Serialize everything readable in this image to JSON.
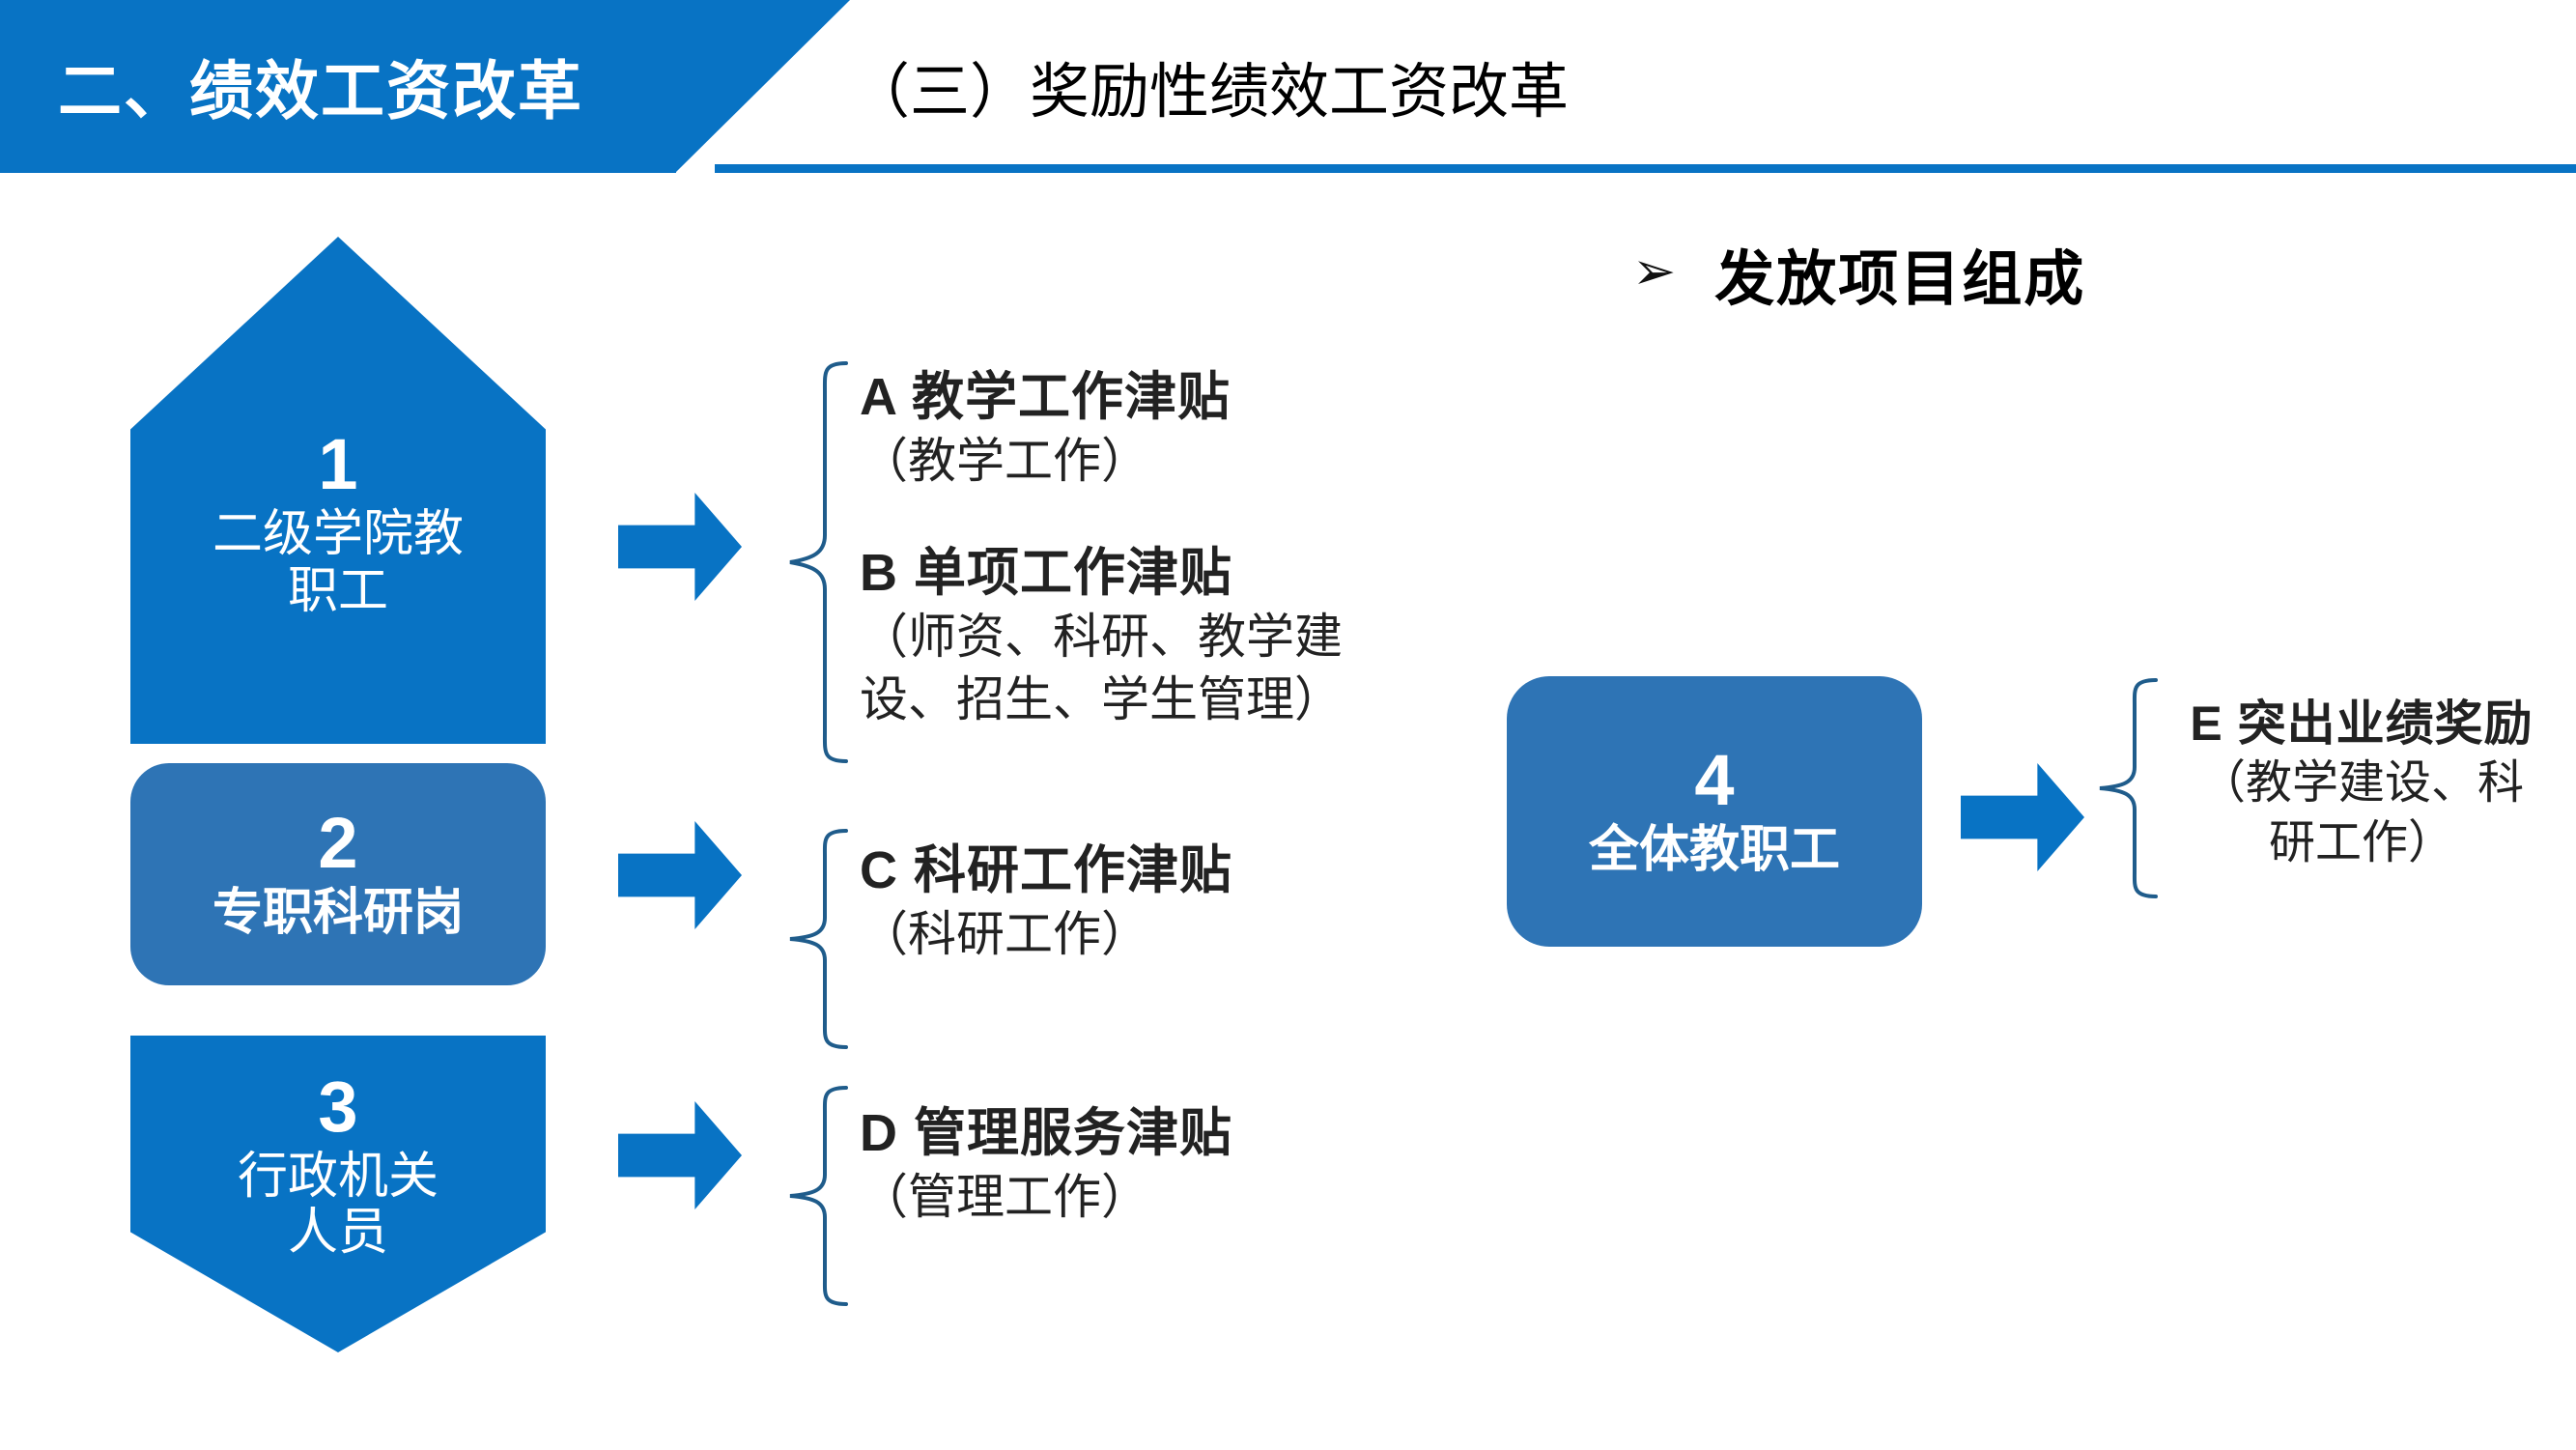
{
  "header": {
    "banner_label": "二、绩效工资改革",
    "title": "（三）奖励性绩效工资改革",
    "banner_color": "#0873C4",
    "rule_color": "#0873C4"
  },
  "section": {
    "bullet_icon": "➢",
    "heading": "发放项目组成"
  },
  "colors": {
    "primary_blue": "#0873C4",
    "muted_blue": "#2E74B5",
    "brace_blue": "#1F5C8B",
    "text_dark": "#222222"
  },
  "groups": [
    {
      "number": "1",
      "label": "二级学院教\n职工",
      "label_line1": "二级学院教",
      "label_line2": "职工",
      "shape": "pentagon-up",
      "color": "#0873C4"
    },
    {
      "number": "2",
      "label": "专职科研岗",
      "shape": "rounded-rect",
      "color": "#2E74B5"
    },
    {
      "number": "3",
      "label_line1": "行政机关",
      "label_line2": "人员",
      "shape": "pentagon-down",
      "color": "#0873C4"
    },
    {
      "number": "4",
      "label": "全体教职工",
      "shape": "rounded-rect",
      "color": "#2E74B5"
    }
  ],
  "items": [
    {
      "key": "A",
      "title": "A  教学工作津贴",
      "sub_line1": "（教学工作）"
    },
    {
      "key": "B",
      "title": "B  单项工作津贴",
      "sub_line1": "（师资、科研、教学建",
      "sub_line2": "设、招生、学生管理）"
    },
    {
      "key": "C",
      "title": "C  科研工作津贴",
      "sub_line1": "（科研工作）"
    },
    {
      "key": "D",
      "title": "D 管理服务津贴",
      "sub_line1": "（管理工作）"
    },
    {
      "key": "E",
      "title": "E 突出业绩奖励",
      "sub_line1": "（教学建设、科",
      "sub_line2": "研工作）"
    }
  ]
}
